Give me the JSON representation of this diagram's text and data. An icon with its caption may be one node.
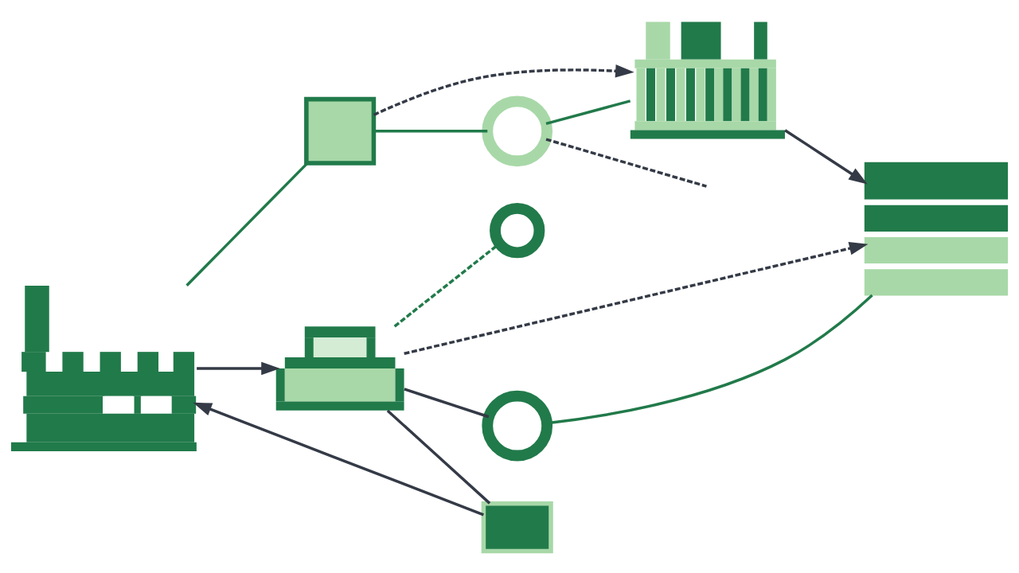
{
  "diagram": {
    "nodes": [
      {
        "text": [],
        "shape": "picture"
      },
      {
        "text": [],
        "shape": "box"
      },
      {
        "text": [],
        "shape": "picture"
      },
      {
        "text": [],
        "shape": "circle"
      },
      {
        "text": [],
        "shape": "circle"
      },
      {
        "text": [],
        "shape": "picture"
      },
      {
        "text": [],
        "shape": "picture"
      },
      {
        "text": [],
        "shape": "box"
      },
      {
        "text": [],
        "shape": "circle"
      }
    ],
    "edges": [
      {
        "from": 0,
        "to": 1,
        "arrow": "none",
        "color": "#217a4a"
      },
      {
        "from": 1,
        "to": 2,
        "arrow": "to",
        "style": "dashed"
      },
      {
        "from": 2,
        "to": 6,
        "arrow": "to"
      },
      {
        "from": 1,
        "to": 3,
        "arrow": "none",
        "color": "#217a4a"
      },
      {
        "from": 3,
        "to": 2,
        "arrow": "none",
        "color": "#217a4a"
      },
      {
        "from": 3,
        "to": null,
        "arrow": "none",
        "style": "dashed"
      },
      {
        "from": 0,
        "to": 5,
        "arrow": "to"
      },
      {
        "from": 5,
        "to": 4,
        "arrow": "none",
        "style": "dashed",
        "color": "#217a4a"
      },
      {
        "from": 5,
        "to": 6,
        "arrow": "to",
        "style": "dashed"
      },
      {
        "from": 5,
        "to": 7,
        "arrow": "none"
      },
      {
        "from": 5,
        "to": 8,
        "arrow": "none"
      },
      {
        "from": 7,
        "to": 0,
        "arrow": "to"
      },
      {
        "from": 6,
        "to": 8,
        "arrow": "none",
        "color": "#217a4a"
      }
    ]
  }
}
